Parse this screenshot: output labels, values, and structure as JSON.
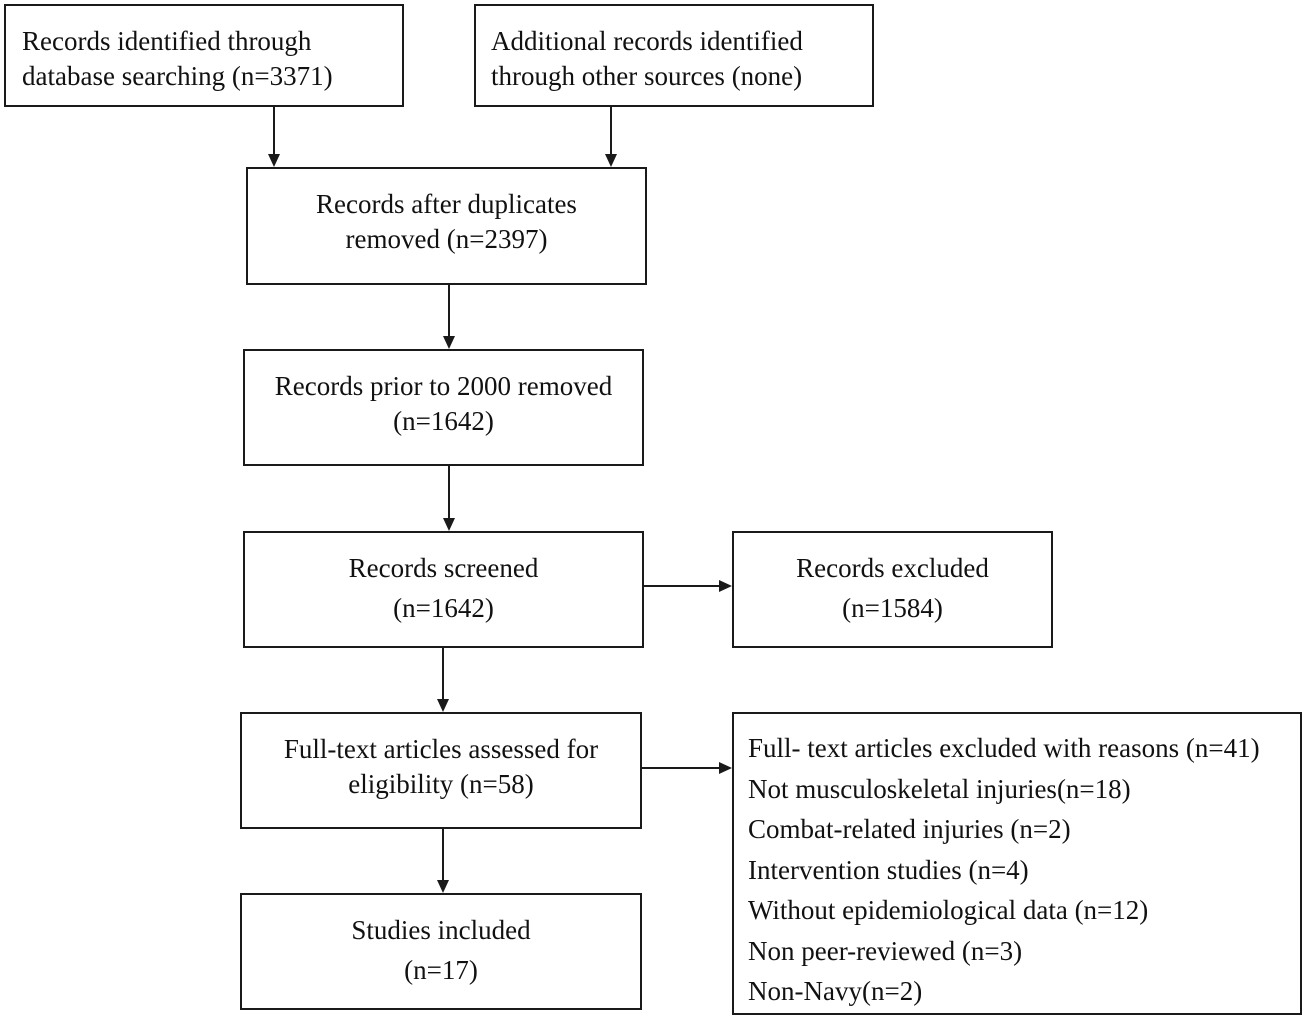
{
  "boxes": {
    "records_db": [
      "Records identified through",
      "database searching (n=3371)"
    ],
    "records_other": [
      "Additional records identified",
      "through other sources (none)"
    ],
    "after_duplicates": [
      "Records after duplicates",
      "removed (n=2397)"
    ],
    "prior_2000": [
      "Records prior to 2000 removed",
      "(n=1642)"
    ],
    "screened": [
      "Records screened",
      "(n=1642)"
    ],
    "excluded": [
      "Records excluded",
      "(n=1584)"
    ],
    "fulltext": [
      "Full-text articles assessed for",
      "eligibility (n=58)"
    ],
    "included": [
      "Studies included",
      "(n=17)"
    ],
    "reasons": [
      "Full- text articles excluded with reasons (n=41)",
      "Not musculoskeletal injuries(n=18)",
      "Combat-related injuries (n=2)",
      "Intervention studies (n=4)",
      "Without epidemiological data (n=12)",
      "Non peer-reviewed (n=3)",
      "Non-Navy(n=2)"
    ]
  }
}
